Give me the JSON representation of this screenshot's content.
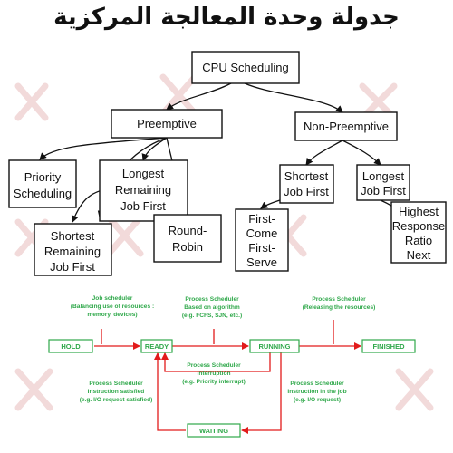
{
  "title": "جدولة وحدة المعالجة المركزية",
  "tree": {
    "root": "CPU Scheduling",
    "preemptive": "Preemptive",
    "non_preemptive": "Non-Preemptive",
    "priority": [
      "Priority",
      "Scheduling"
    ],
    "ljf": [
      "Longest",
      "Remaining",
      "Job First"
    ],
    "srjf": [
      "Shortest",
      "Remaining",
      "Job First"
    ],
    "round_robin": [
      "Round-",
      "Robin"
    ],
    "sjf": [
      "Shortest",
      "Job First"
    ],
    "lojf": [
      "Longest",
      "Job First"
    ],
    "fcfs": [
      "First-",
      "Come",
      "First-",
      "Serve"
    ],
    "hrrn": [
      "Highest",
      "Response",
      "Ratio",
      "Next"
    ]
  },
  "states": {
    "hold": "HOLD",
    "ready": "READY",
    "running": "RUNNING",
    "finished": "FINISHED",
    "waiting": "WAITING"
  },
  "notes": {
    "job_scheduler": [
      "Job scheduler",
      "(Balancing use of resources :",
      "memory, devices)"
    ],
    "ps_algorithm": [
      "Process Scheduler",
      "Based on algorithm",
      "(e.g. FCFS, SJN, etc.)"
    ],
    "ps_release": [
      "Process Scheduler",
      "(Releasing the resources)"
    ],
    "ps_interrupt": [
      "Process Scheduler",
      "Interruption",
      "(e.g. Priority interrupt)"
    ],
    "ps_satisfied": [
      "Process Scheduler",
      "Instruction satisfied",
      "(e.g. I/O request satisfied)"
    ],
    "ps_instruction": [
      "Process Scheduler",
      "Instruction in the job",
      "(e.g. I/O request)"
    ]
  },
  "colors": {
    "state_green": "#2fa84a",
    "arrow_red": "#e21b1b",
    "line": "#111111"
  }
}
